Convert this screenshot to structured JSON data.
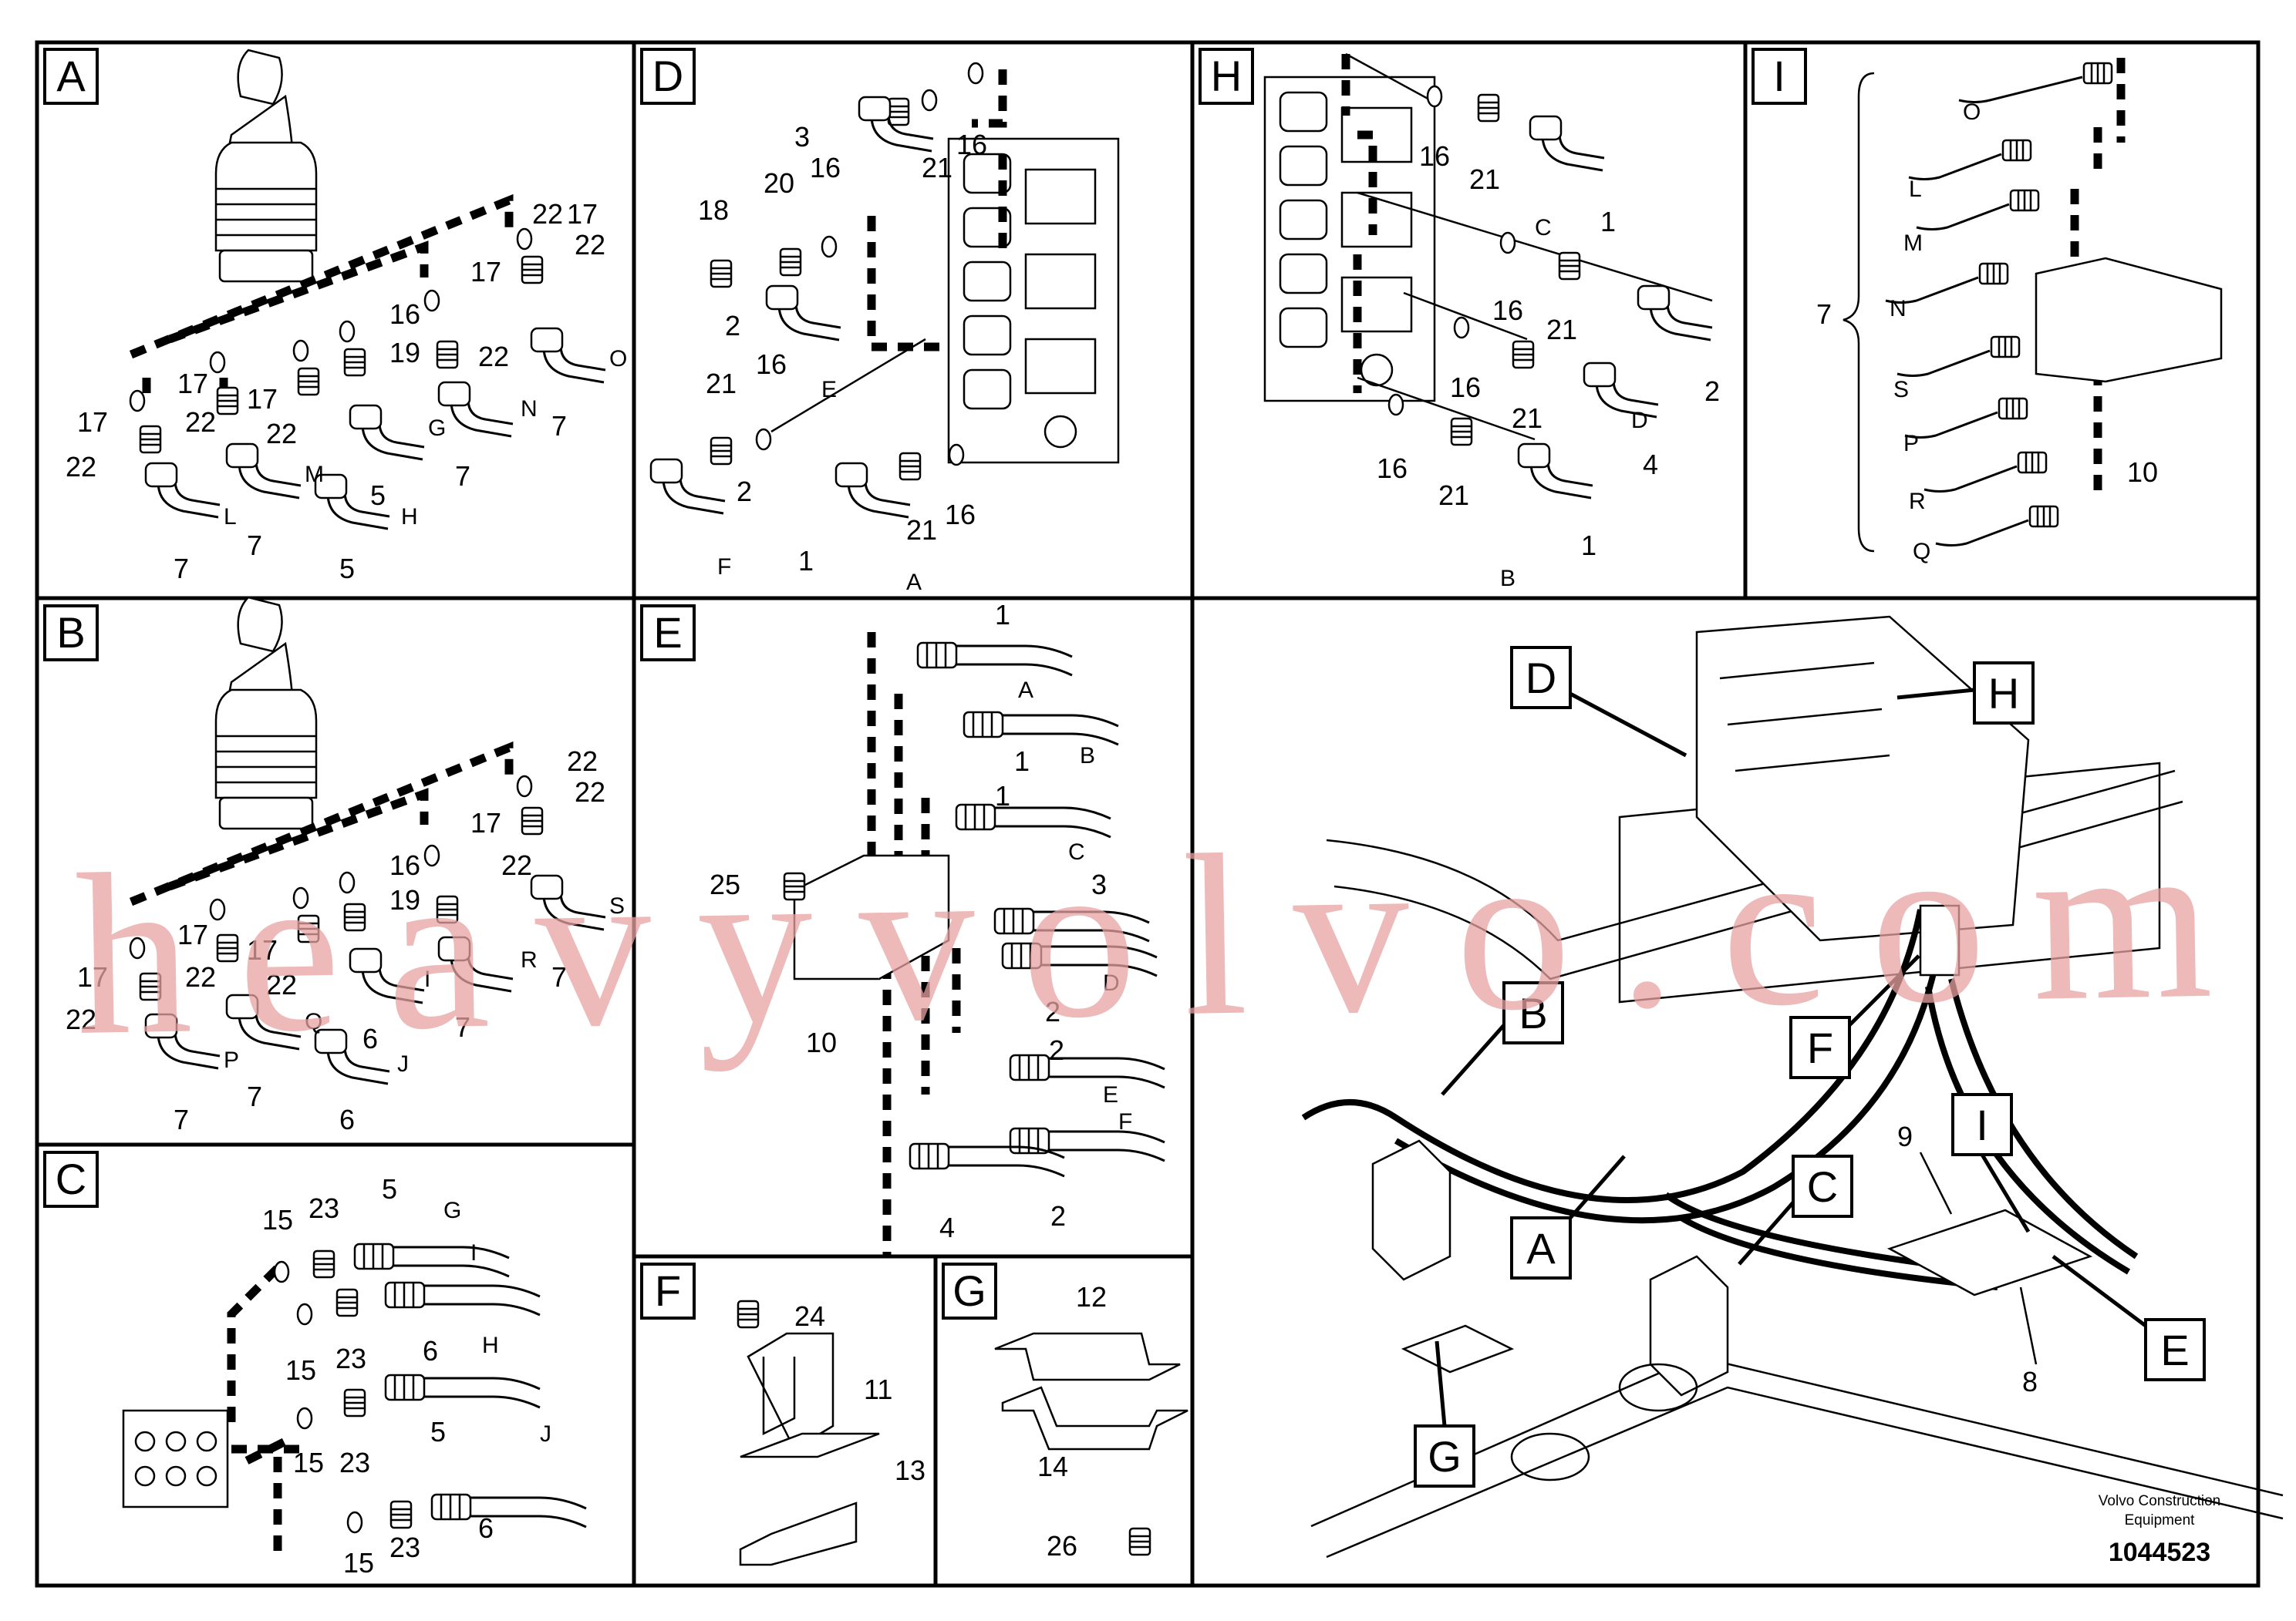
{
  "panels": {
    "A": {
      "tag": "A",
      "labels": [
        "17",
        "17",
        "22",
        "17",
        "22",
        "16",
        "19",
        "22",
        "17",
        "22",
        "17",
        "22",
        "22",
        "7",
        "7",
        "7",
        "7",
        "5",
        "5",
        "L",
        "M",
        "H",
        "G",
        "N",
        "O"
      ]
    },
    "B": {
      "tag": "B",
      "labels": [
        "17",
        "22",
        "17",
        "22",
        "16",
        "19",
        "22",
        "17",
        "22",
        "17",
        "22",
        "22",
        "7",
        "7",
        "7",
        "7",
        "6",
        "6",
        "P",
        "Q",
        "J",
        "I",
        "R",
        "S"
      ]
    },
    "C": {
      "tag": "C",
      "labels": [
        "15",
        "23",
        "5",
        "G",
        "15",
        "23",
        "6",
        "I",
        "15",
        "23",
        "5",
        "H",
        "15",
        "23",
        "6",
        "J"
      ]
    },
    "D": {
      "tag": "D",
      "labels": [
        "3",
        "21",
        "16",
        "18",
        "20",
        "16",
        "2",
        "16",
        "E",
        "21",
        "2",
        "F",
        "1",
        "A",
        "21",
        "16"
      ]
    },
    "E": {
      "tag": "E",
      "labels": [
        "1",
        "A",
        "1",
        "B",
        "1",
        "C",
        "3",
        "25",
        "10",
        "2",
        "D",
        "2",
        "E",
        "4",
        "2",
        "F"
      ]
    },
    "F": {
      "tag": "F",
      "labels": [
        "24",
        "11",
        "13"
      ]
    },
    "G": {
      "tag": "G",
      "labels": [
        "12",
        "14",
        "26"
      ]
    },
    "H": {
      "tag": "H",
      "labels": [
        "16",
        "21",
        "1",
        "C",
        "16",
        "21",
        "2",
        "D",
        "16",
        "21",
        "4",
        "16",
        "21",
        "1",
        "B"
      ]
    },
    "I": {
      "tag": "I",
      "labels": [
        "O",
        "L",
        "M",
        "N",
        "7",
        "S",
        "P",
        "R",
        "Q",
        "10"
      ]
    }
  },
  "overview": {
    "callouts": [
      "D",
      "H",
      "B",
      "F",
      "A",
      "C",
      "I",
      "E",
      "G"
    ],
    "labels": [
      "9",
      "8"
    ]
  },
  "footer": {
    "company_line1": "Volvo Construction",
    "company_line2": "Equipment",
    "part_id": "1044523"
  },
  "watermark": "heavyvolvo.com"
}
